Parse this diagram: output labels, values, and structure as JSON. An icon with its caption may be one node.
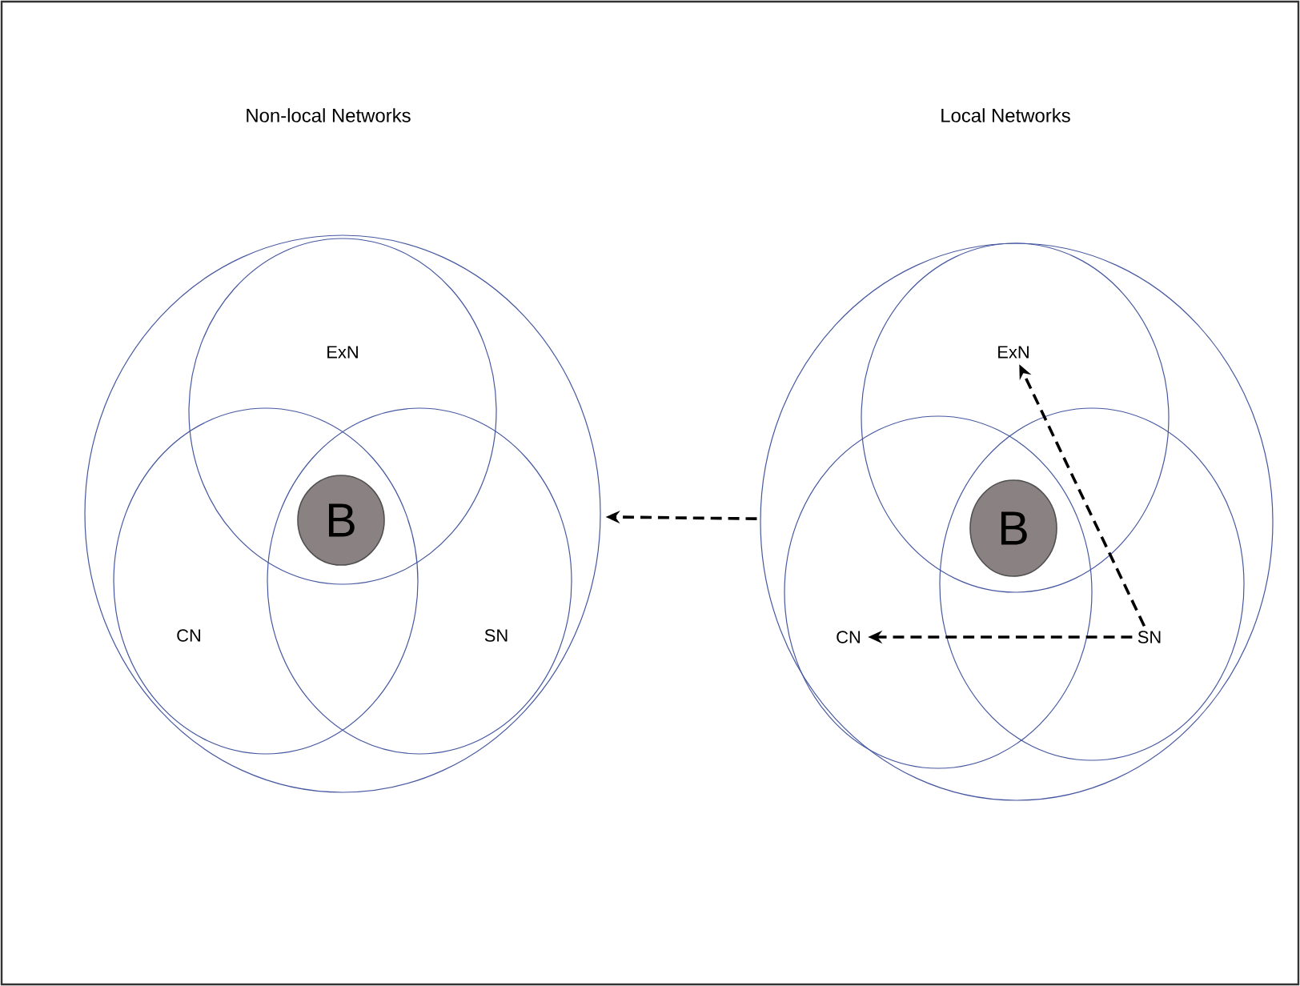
{
  "diagram": {
    "nodes": [
      {
        "text": [],
        "shape": "circle"
      },
      {
        "text": [
          "ExN"
        ],
        "in": 0
      },
      {
        "text": [
          "CN"
        ],
        "in": 0
      },
      {
        "text": [
          "SN"
        ],
        "in": 0
      },
      {
        "text": [
          "B"
        ]
      },
      {
        "text": [],
        "shape": "circle"
      },
      {
        "text": [
          "ExN"
        ],
        "in": 5
      },
      {
        "text": [
          "CN"
        ],
        "in": 5
      },
      {
        "text": [
          "SN"
        ],
        "in": 5
      },
      {
        "text": [
          "B"
        ]
      }
    ],
    "edges": [
      {
        "from": 5,
        "to": 0,
        "arrow": "to",
        "style": "dashed"
      },
      {
        "from": 8,
        "to": 6,
        "arrow": "to",
        "style": "dashed"
      },
      {
        "from": 8,
        "to": 7,
        "arrow": "to",
        "style": "dashed"
      }
    ],
    "labels": [
      "Non-local Networks",
      "Local Networks"
    ]
  }
}
